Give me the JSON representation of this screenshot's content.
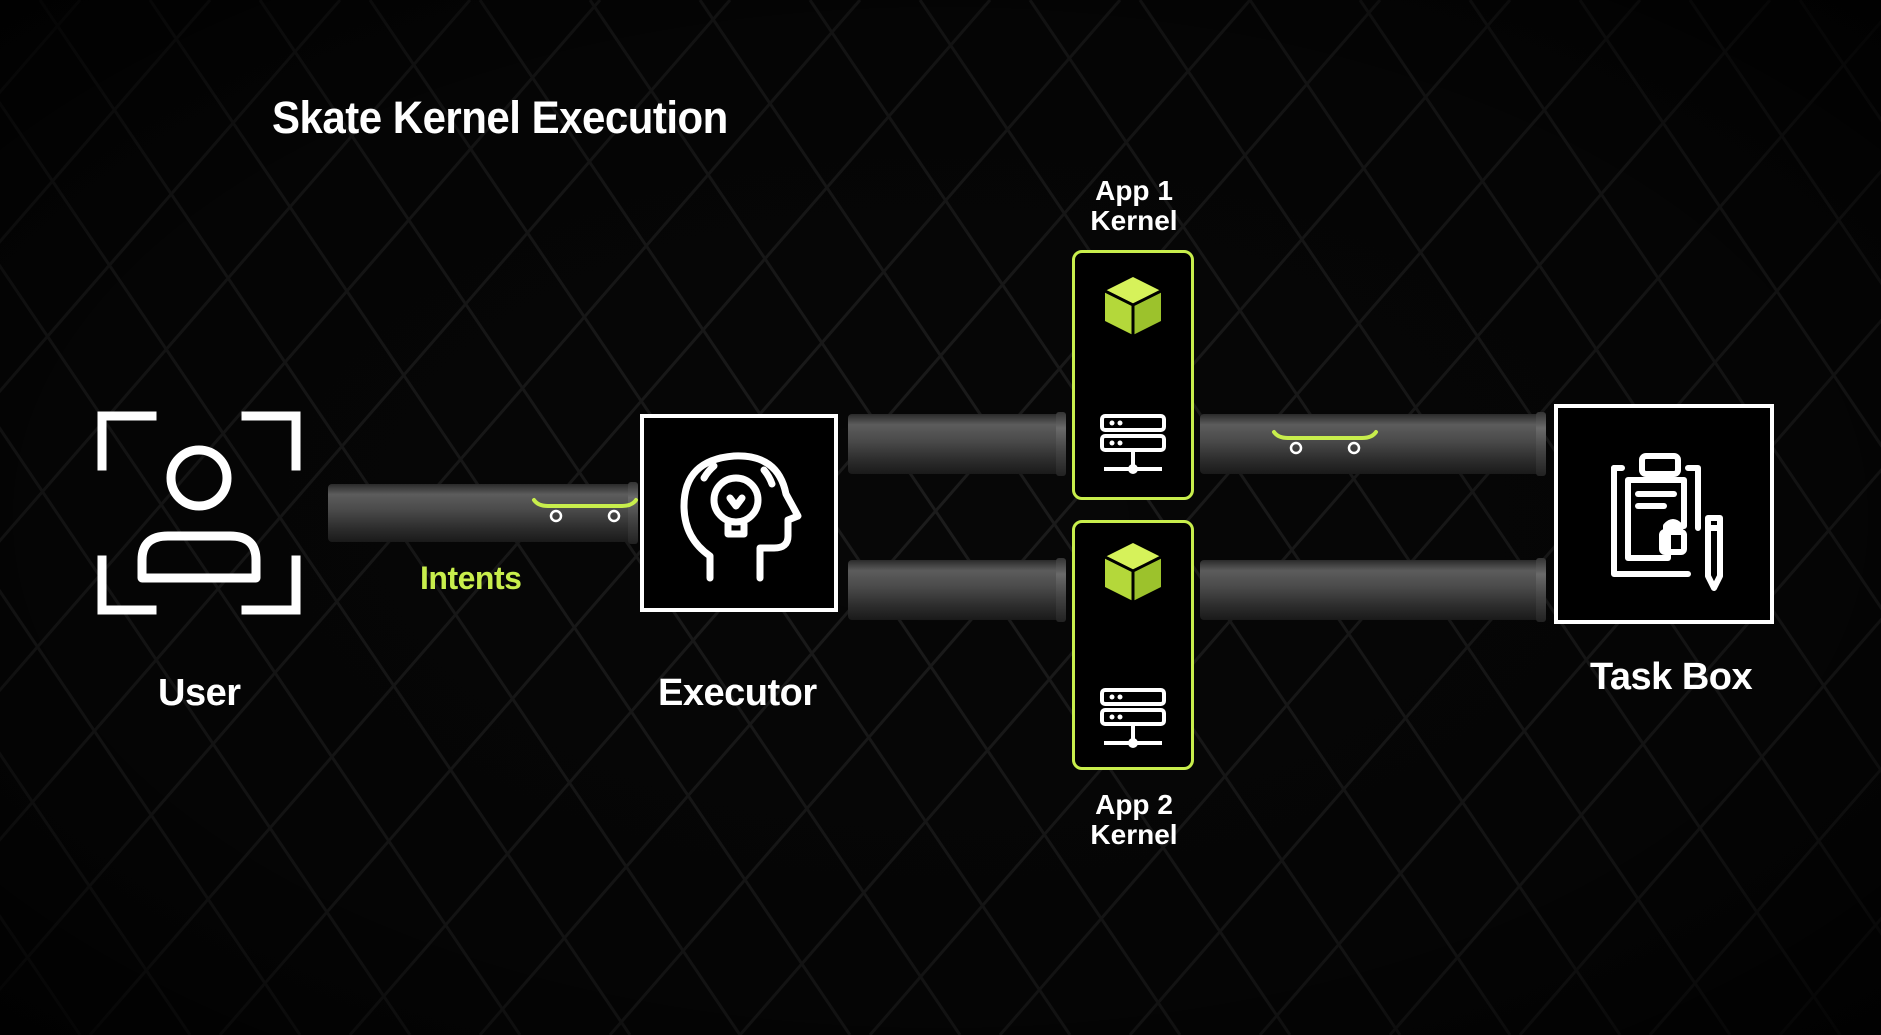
{
  "diagram": {
    "title": "Skate Kernel Execution",
    "nodes": {
      "user": {
        "label": "User",
        "icon": "user-profile-icon"
      },
      "executor": {
        "label": "Executor",
        "icon": "head-lightbulb-icon"
      },
      "task_box": {
        "label": "Task Box",
        "icon": "clipboard-lock-icon"
      }
    },
    "kernels": [
      {
        "label_line1": "App 1",
        "label_line2": "Kernel",
        "icons": [
          "cube-icon",
          "server-icon"
        ]
      },
      {
        "label_line1": "App 2",
        "label_line2": "Kernel",
        "icons": [
          "cube-icon",
          "server-icon"
        ]
      }
    ],
    "edges": {
      "user_to_executor": {
        "label": "Intents",
        "icon": "skateboard-icon"
      }
    },
    "colors": {
      "accent": "#c8ee4c",
      "background": "#070707",
      "node_border": "#ffffff"
    }
  }
}
